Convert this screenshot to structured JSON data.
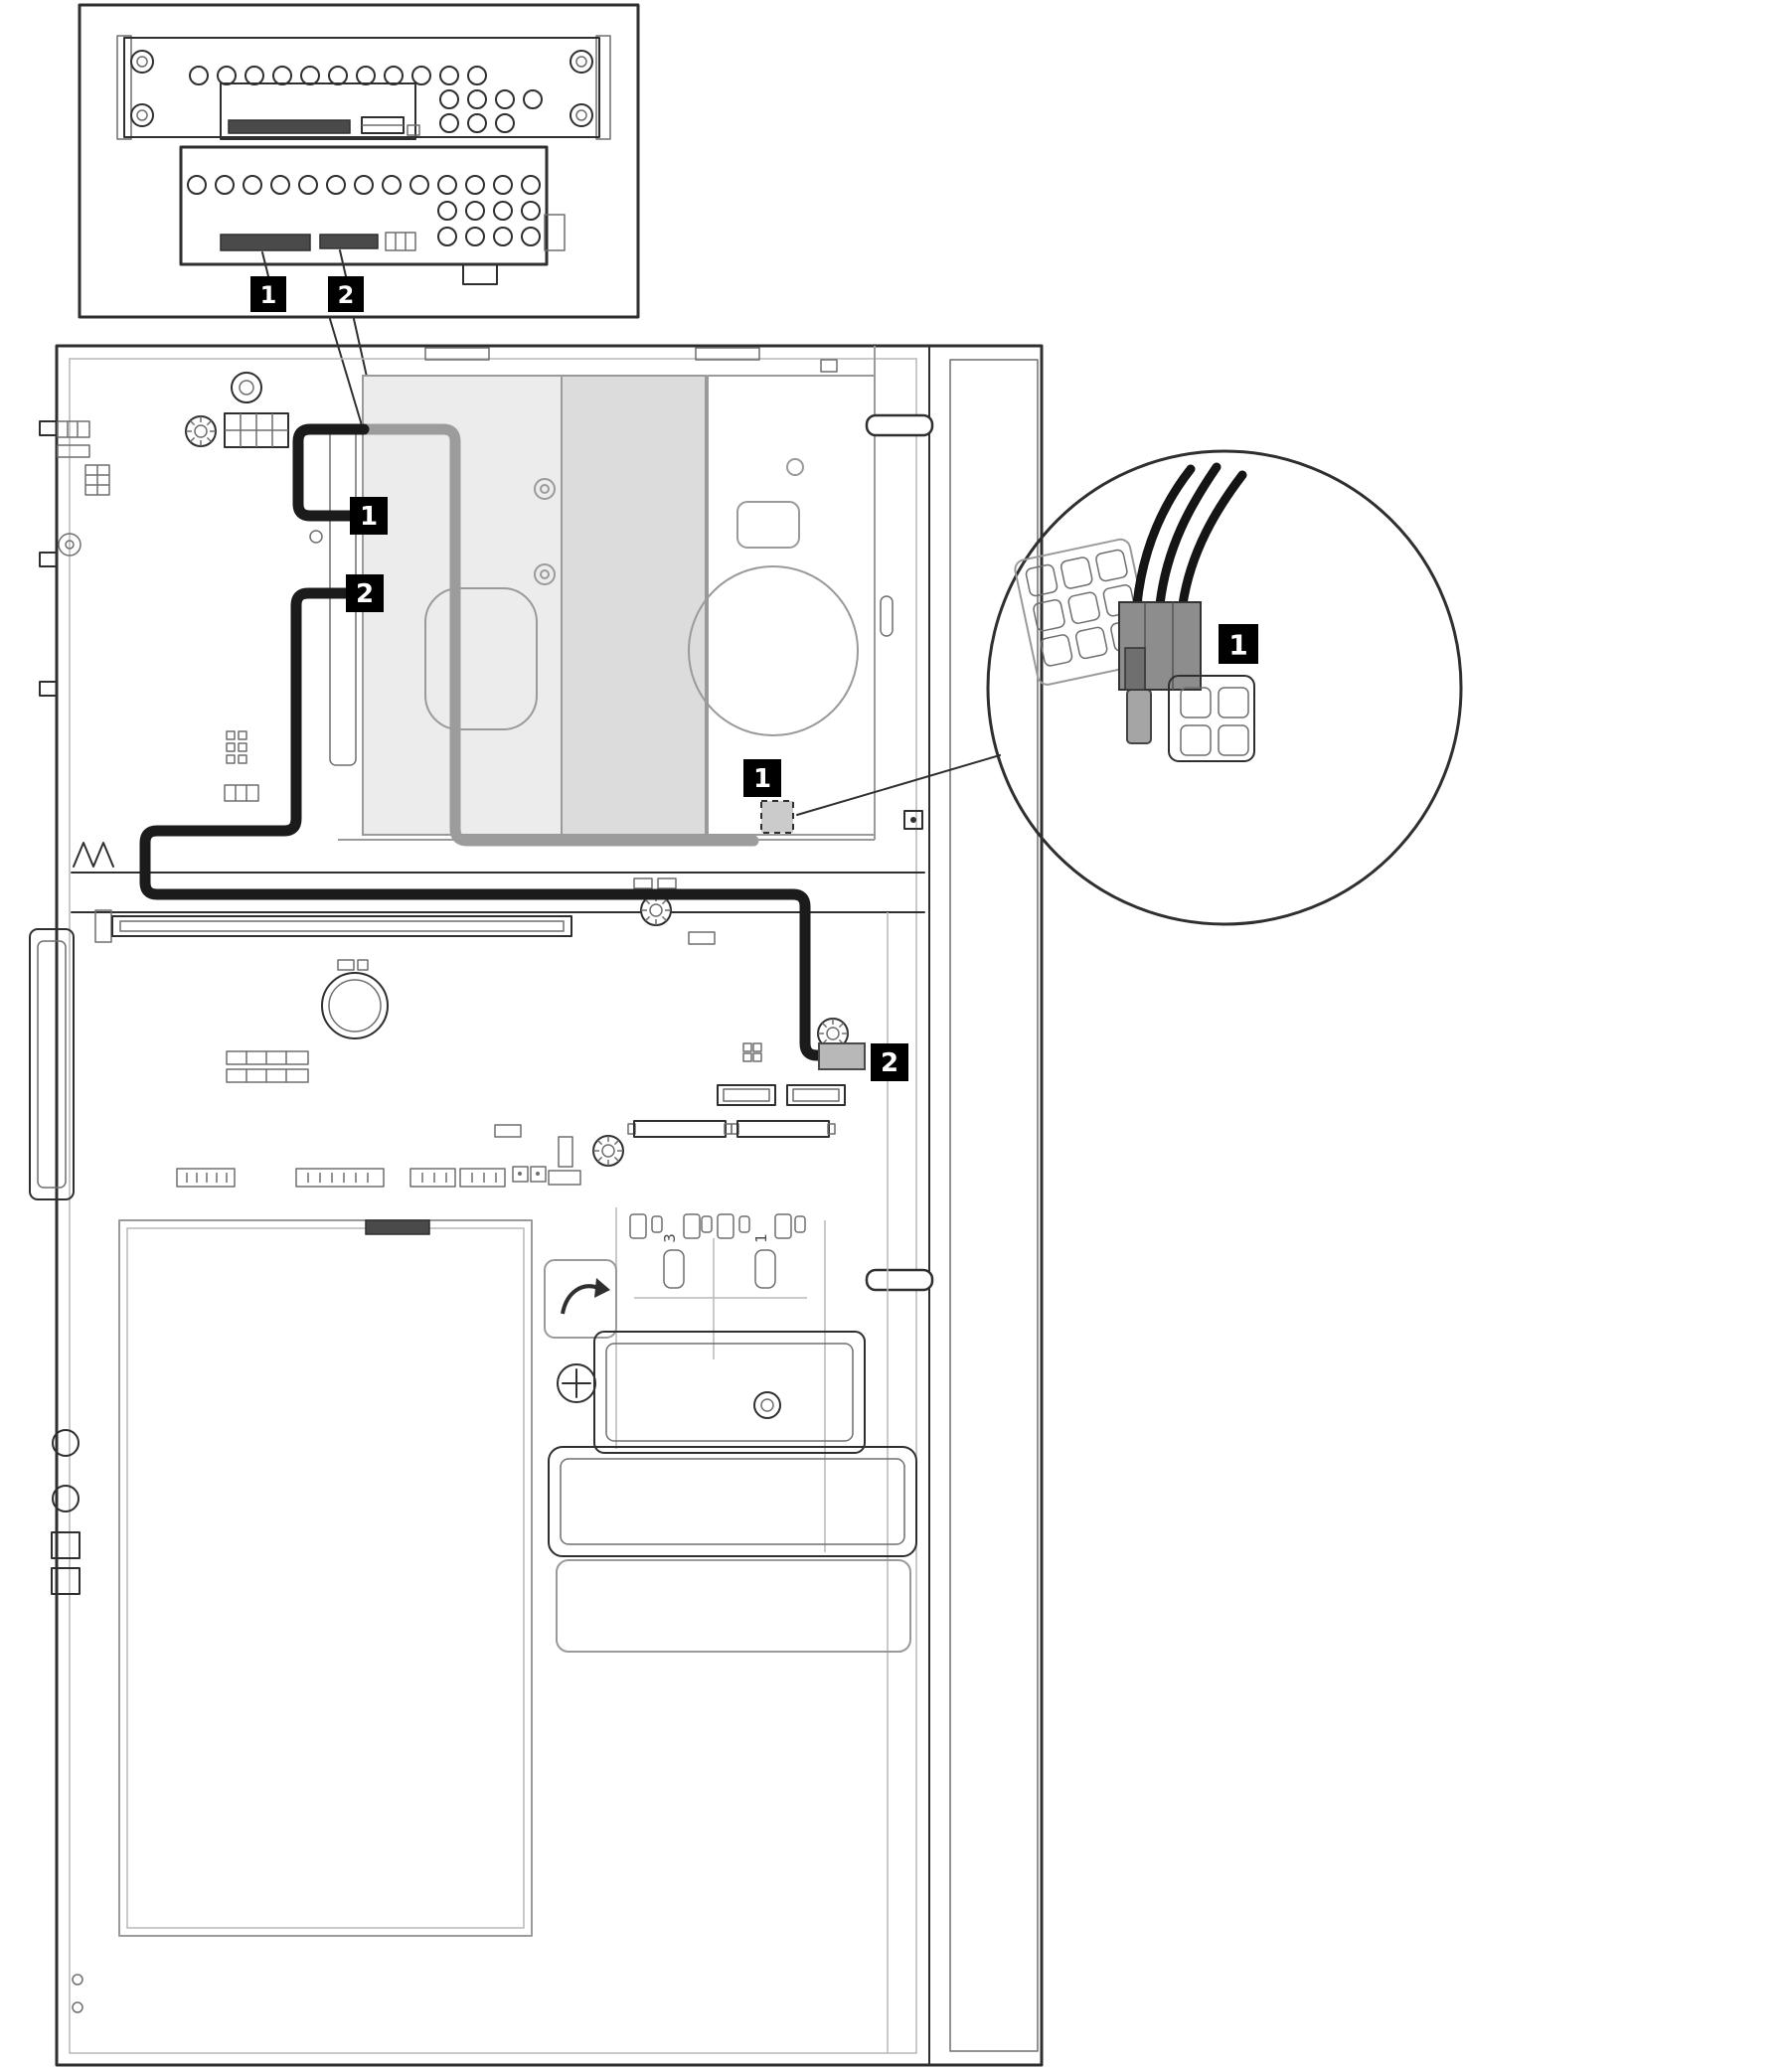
{
  "diagram": {
    "inset": {
      "callout_1": "1",
      "callout_2": "2"
    },
    "chassis": {
      "cable_1_label": "1",
      "cable_2_label": "2",
      "connector_1_label": "1",
      "connector_2_label": "2",
      "bay_label_3": "3",
      "bay_label_1": "1"
    },
    "detail": {
      "callout_1": "1"
    },
    "colors": {
      "line_dark": "#2f2f2f",
      "line_gray": "#9a9a9a",
      "shade_light": "#ececec",
      "shade_mid": "#dcdcdc",
      "cable_black": "#1b1b1b",
      "cable_gray": "#9c9c9c",
      "connector_gray": "#b8b8b8",
      "connector_dashed": "#cbcbcb",
      "plug_gray": "#8d8d8d",
      "callout_bg": "#000000",
      "callout_text": "#ffffff"
    }
  }
}
